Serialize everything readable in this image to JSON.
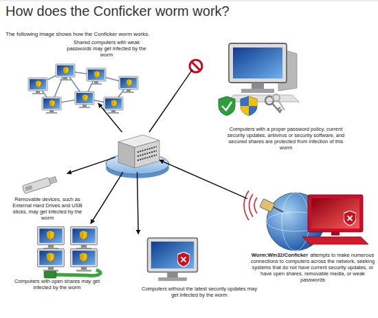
{
  "diagram": {
    "title": "How does the Conficker worm work?",
    "nodes": [
      {
        "text": [
          "Shared computers with weak passwords may get infected by the worm"
        ]
      },
      {
        "text": [
          "Computers with a proper password policy, current security updates, antivirus or security software, and secured shares are protected from infection of this worm"
        ]
      },
      {
        "text": []
      },
      {
        "text": [
          "Removable devices, such as External Hard Drives and USB sticks, may get infected by the worm"
        ]
      },
      {
        "text": [
          "Worm:Win32/Conficker",
          "attempts to make numerous connections to computers across the network, seeking systems that do not have current security updates, or have open shares, removable media, or weak passwords"
        ]
      },
      {
        "text": [
          "Computers with open shares may get infected by the worm"
        ]
      },
      {
        "text": [
          "Computers without the latest security updates may get infected by the worm"
        ]
      }
    ],
    "edges": [
      {
        "from": 4,
        "to": 2,
        "arrow": "to"
      },
      {
        "from": 2,
        "to": 0,
        "arrow": "to"
      },
      {
        "from": 2,
        "to": 1,
        "arrow": "none"
      },
      {
        "from": 2,
        "to": 3,
        "arrow": "to"
      },
      {
        "from": 2,
        "to": 5,
        "arrow": "to"
      },
      {
        "from": 2,
        "to": 6,
        "arrow": "to"
      }
    ],
    "labels": [
      "The following image shows how the Conficker worm works."
    ]
  }
}
